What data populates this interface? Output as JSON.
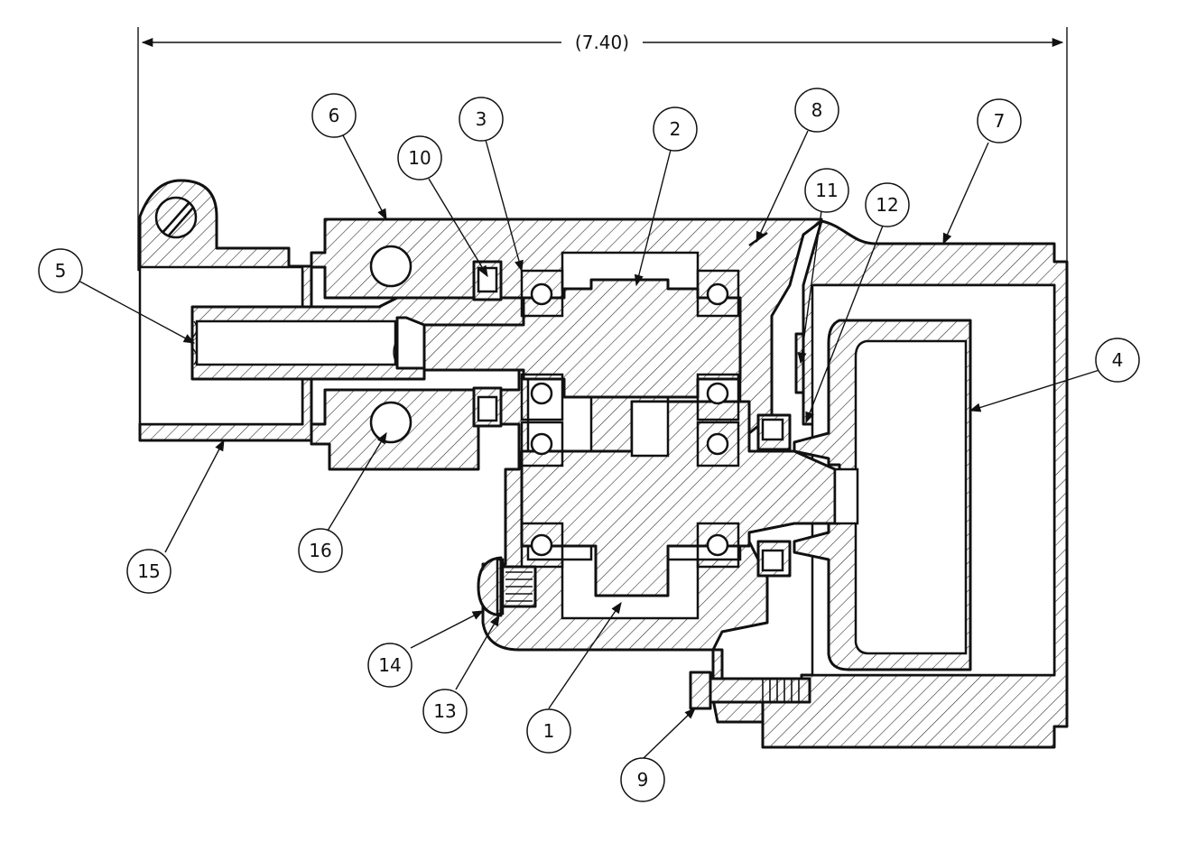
{
  "dimension": {
    "overall_length": "(7.40)"
  },
  "balloons": [
    {
      "id": "1",
      "label": "1"
    },
    {
      "id": "2",
      "label": "2"
    },
    {
      "id": "3",
      "label": "3"
    },
    {
      "id": "4",
      "label": "4"
    },
    {
      "id": "5",
      "label": "5"
    },
    {
      "id": "6",
      "label": "6"
    },
    {
      "id": "7",
      "label": "7"
    },
    {
      "id": "8",
      "label": "8"
    },
    {
      "id": "9",
      "label": "9"
    },
    {
      "id": "10",
      "label": "10"
    },
    {
      "id": "11",
      "label": "11"
    },
    {
      "id": "12",
      "label": "12"
    },
    {
      "id": "13",
      "label": "13"
    },
    {
      "id": "14",
      "label": "14"
    },
    {
      "id": "15",
      "label": "15"
    },
    {
      "id": "16",
      "label": "16"
    }
  ]
}
